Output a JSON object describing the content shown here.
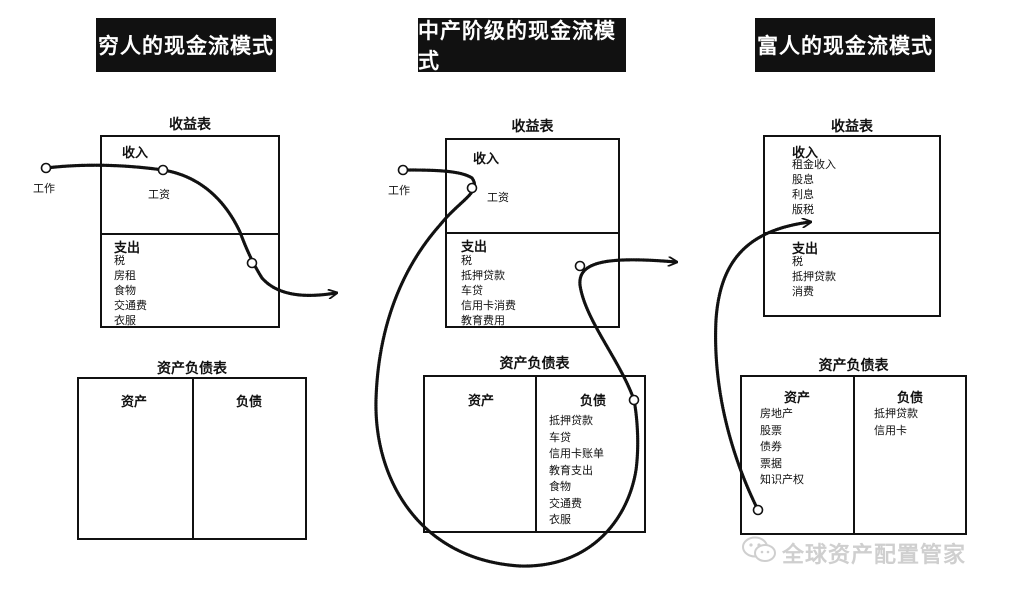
{
  "panels": {
    "poor": {
      "title": "穷人的现金流模式",
      "income_statement_label": "收益表",
      "income_heading": "收入",
      "income_items": [
        "工资"
      ],
      "expense_heading": "支出",
      "expense_items": [
        "税",
        "房租",
        "食物",
        "交通费",
        "衣服"
      ],
      "balance_sheet_label": "资产负债表",
      "assets_heading": "资产",
      "assets_items": [],
      "liabilities_heading": "负债",
      "liabilities_items": [],
      "source_label": "工作"
    },
    "middle": {
      "title": "中产阶级的现金流模式",
      "income_statement_label": "收益表",
      "income_heading": "收入",
      "income_items": [
        "工资"
      ],
      "expense_heading": "支出",
      "expense_items": [
        "税",
        "抵押贷款",
        "车贷",
        "信用卡消费",
        "教育费用"
      ],
      "balance_sheet_label": "资产负债表",
      "assets_heading": "资产",
      "assets_items": [],
      "liabilities_heading": "负债",
      "liabilities_items": [
        "抵押贷款",
        "车贷",
        "信用卡账单",
        "教育支出",
        "食物",
        "交通费",
        "衣服"
      ],
      "source_label": "工作"
    },
    "rich": {
      "title": "富人的现金流模式",
      "income_statement_label": "收益表",
      "income_heading": "收入",
      "income_items": [
        "租金收入",
        "股息",
        "利息",
        "版税"
      ],
      "expense_heading": "支出",
      "expense_items": [
        "税",
        "抵押贷款",
        "消费"
      ],
      "balance_sheet_label": "资产负债表",
      "assets_heading": "资产",
      "assets_items": [
        "房地产",
        "股票",
        "债券",
        "票据",
        "知识产权"
      ],
      "liabilities_heading": "负债",
      "liabilities_items": [
        "抵押贷款",
        "信用卡"
      ]
    }
  },
  "watermark": {
    "text": "全球资产配置管家",
    "icon": "wechat-icon"
  }
}
